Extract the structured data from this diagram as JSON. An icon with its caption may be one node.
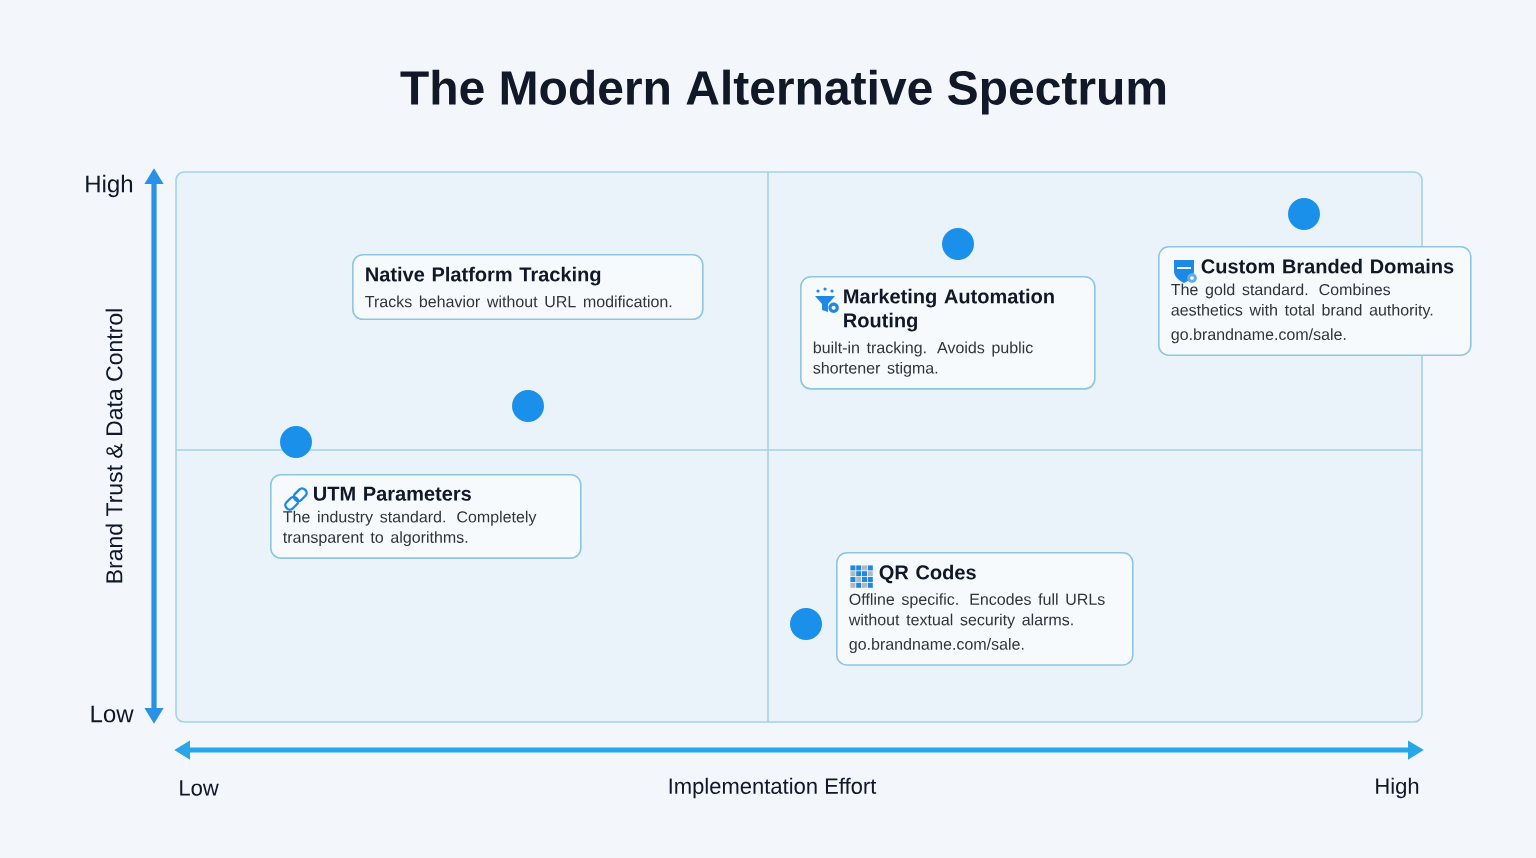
{
  "diagram": {
    "title": "The Modern Alternative Spectrum",
    "nodes": [
      {
        "text": [
          "Native Platform Tracking",
          "Tracks behavior without URL modification."
        ]
      },
      {
        "text": [
          "Marketing Automation Routing",
          "built-in tracking. Avoids public shortener stigma."
        ]
      },
      {
        "text": [
          "Custom Branded Domains",
          "The gold standard. Combines aesthetics with total brand authority.",
          "go.brandname.com/sale."
        ]
      },
      {
        "text": [
          "UTM Parameters",
          "The industry standard. Completely transparent to algorithms."
        ]
      },
      {
        "text": [
          "QR Codes",
          "Offline specific. Encodes full URLs without textual security alarms.",
          "go.brandname.com/sale."
        ]
      }
    ],
    "labels": [
      "High",
      "Brand Trust & Data Control",
      "Low",
      "Low",
      "Implementation Effort",
      "High"
    ]
  }
}
